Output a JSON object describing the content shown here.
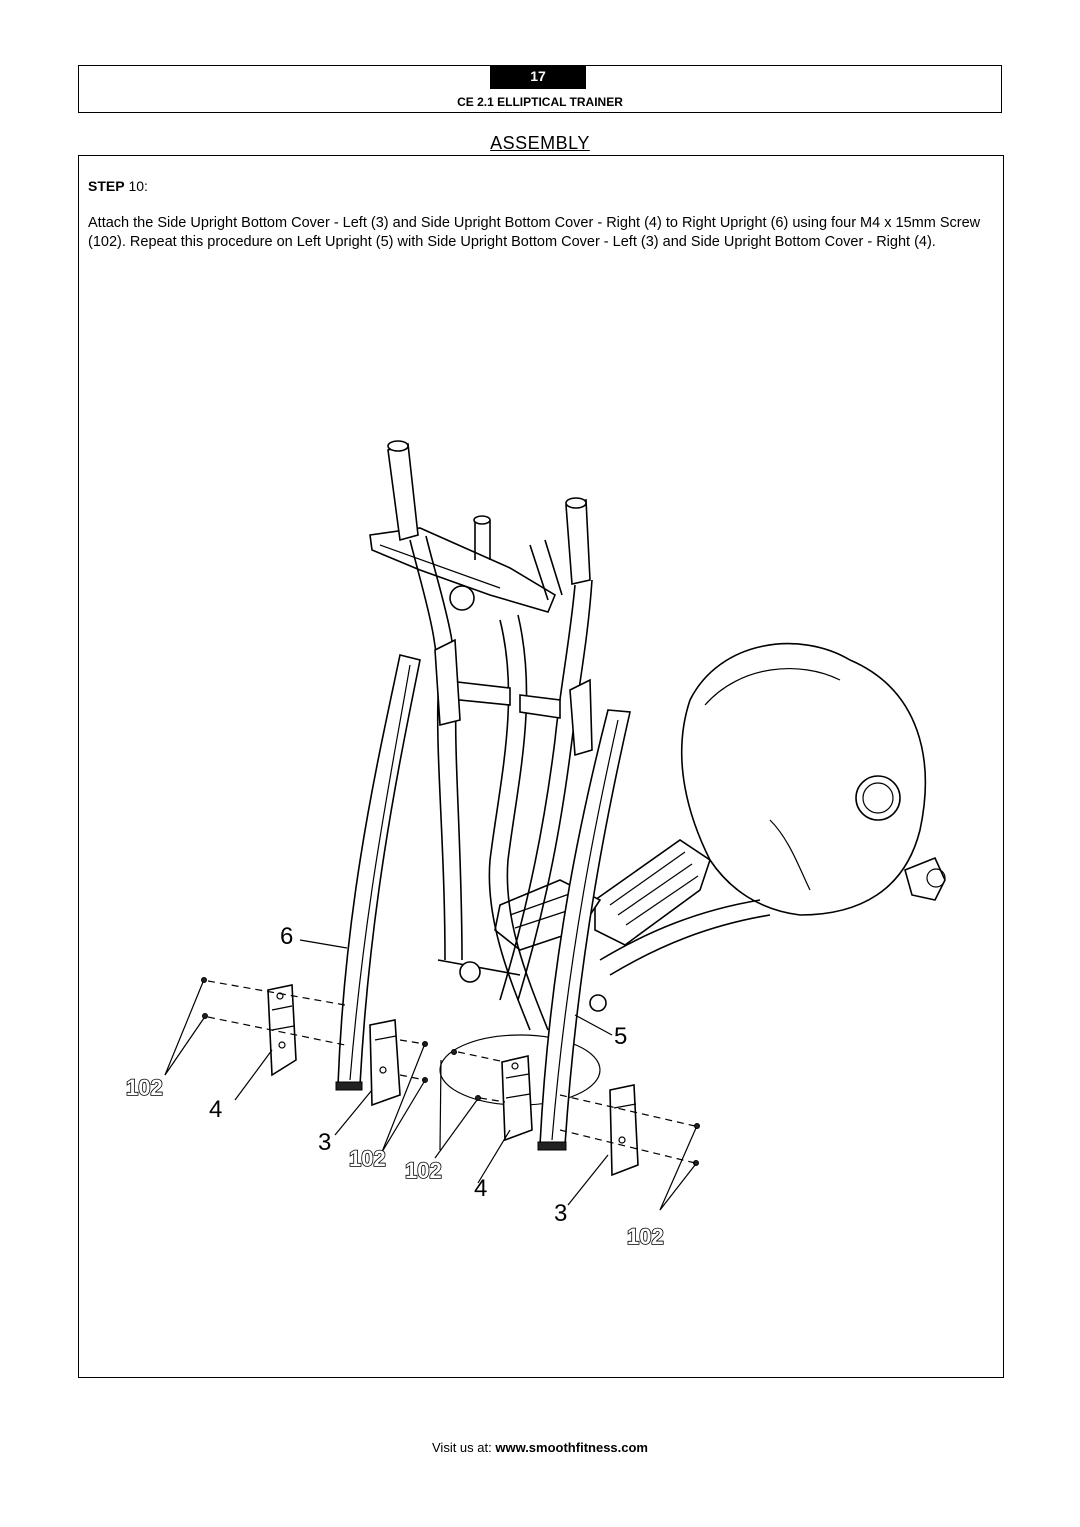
{
  "header": {
    "page_number": "17",
    "doc_title": "CE  2.1 ELLIPTICAL TRAINER"
  },
  "section_title": "ASSEMBLY",
  "step": {
    "label": "STEP",
    "number": "10",
    "suffix": ":",
    "instructions": "Attach the Side Upright Bottom Cover - Left (3) and Side Upright Bottom Cover - Right (4) to Right Upright (6) using four M4 x 15mm Screw (102).  Repeat this procedure on Left Upright (5) with Side Upright Bottom Cover - Left (3) and Side Upright Bottom Cover - Right (4)."
  },
  "diagram": {
    "callouts": {
      "c6": "6",
      "c5": "5",
      "c4a": "4",
      "c4b": "4",
      "c3a": "3",
      "c3b": "3",
      "p102a": "102",
      "p102b": "102",
      "p102c": "102",
      "p102d": "102"
    }
  },
  "footer": {
    "prefix": "Visit us at: ",
    "url": "www.smoothfitness.com"
  }
}
